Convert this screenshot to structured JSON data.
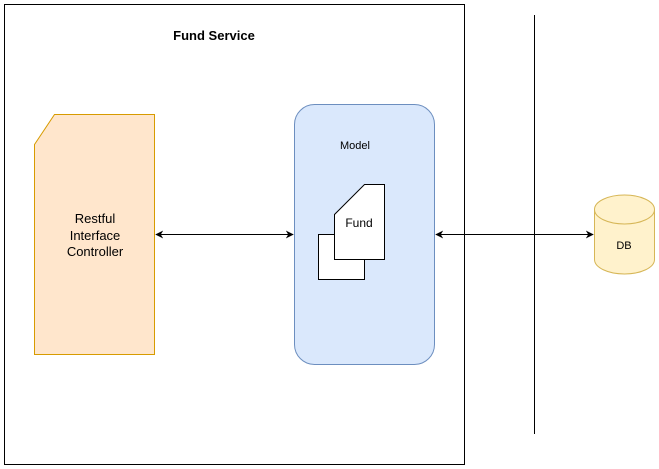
{
  "service": {
    "title": "Fund Service"
  },
  "controller": {
    "line1": "Restful",
    "line2": "Interface",
    "line3": "Controller"
  },
  "model": {
    "title": "Model",
    "entity_label": "Fund"
  },
  "database": {
    "label": "DB"
  },
  "colors": {
    "controller_fill": "#ffe6cc",
    "controller_stroke": "#d79b00",
    "model_fill": "#dae8fc",
    "model_stroke": "#6c8ebf",
    "db_fill": "#fff2cc",
    "db_stroke": "#d6b656",
    "line": "#000000"
  }
}
